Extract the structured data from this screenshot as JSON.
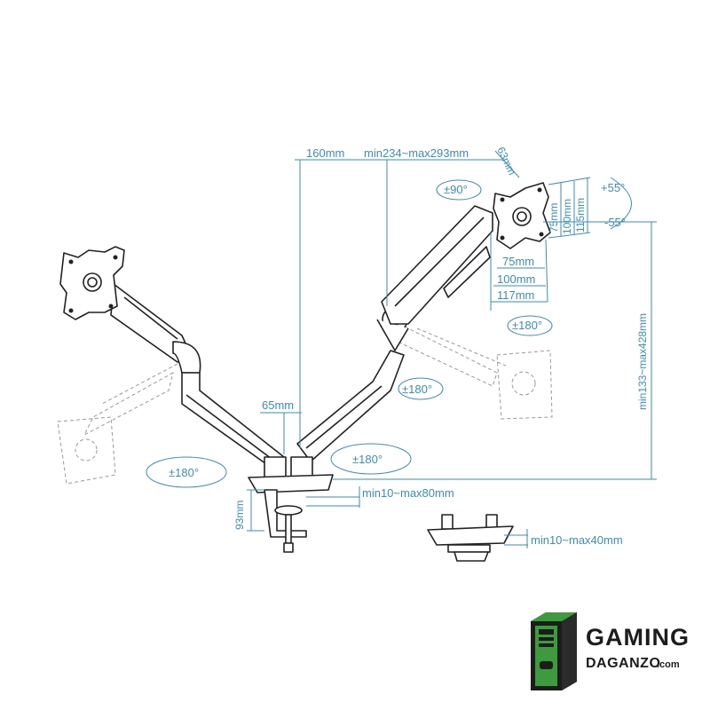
{
  "dimensions": {
    "d160": "160mm",
    "d234": "min234~max293mm",
    "d63": "63mm",
    "d75v": "75mm",
    "d100v": "100mm",
    "d115v": "115mm",
    "d75h": "75mm",
    "d100h": "100mm",
    "d117h": "117mm",
    "d65": "65mm",
    "d93": "93mm",
    "height": "min133~max428mm",
    "clamp1": "min10~max80mm",
    "clamp2": "min10~max40mm"
  },
  "rotations": {
    "tilt_up": "+55°",
    "tilt_down": "-55°",
    "swivel": "±90°",
    "rot_head": "±180°",
    "rot_right_arm": "±180°",
    "rot_mid": "±180°",
    "rot_left": "±180°"
  },
  "logo": {
    "line1": "GAMING",
    "line2": "DAGANZO",
    "suffix": ".com"
  },
  "colors": {
    "dimension": "#3a8fb7",
    "line_art": "#222222",
    "logo_green": "#3d9b3d"
  }
}
